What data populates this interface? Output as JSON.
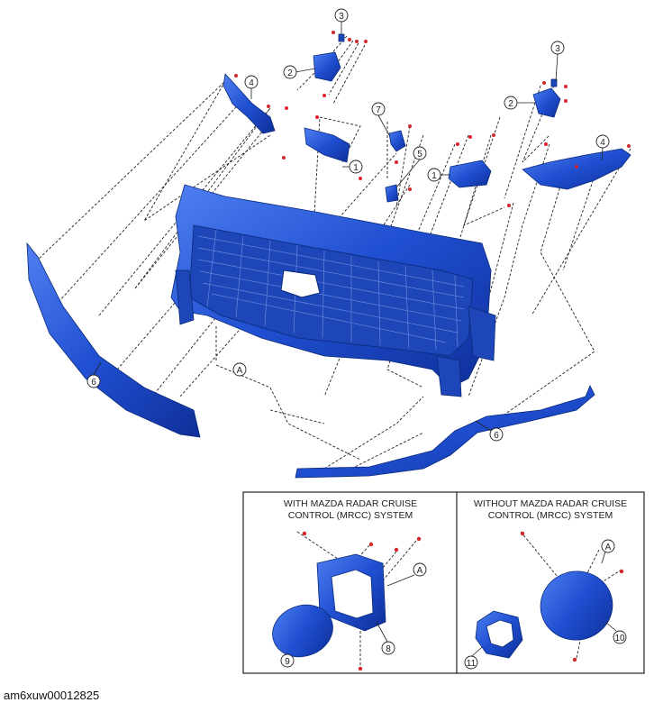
{
  "callouts": {
    "c1a": "1",
    "c1b": "1",
    "c2a": "2",
    "c2b": "2",
    "c3a": "3",
    "c3b": "3",
    "c4a": "4",
    "c4b": "4",
    "c5": "5",
    "c6a": "6",
    "c6b": "6",
    "c7": "7",
    "c8": "8",
    "c9": "9",
    "c10": "10",
    "c11": "11",
    "cAmain": "A",
    "cAleft": "A",
    "cAright": "A"
  },
  "inset_left": {
    "title_line1": "WITH MAZDA RADAR CRUISE",
    "title_line2": "CONTROL (MRCC) SYSTEM"
  },
  "inset_right": {
    "title_line1": "WITHOUT MAZDA RADAR CRUISE",
    "title_line2": "CONTROL (MRCC) SYSTEM"
  },
  "document_id": "am6xuw00012825",
  "colors": {
    "part_blue": "#1f4fd1",
    "clip_red": "#d3262b",
    "line": "#222222"
  }
}
